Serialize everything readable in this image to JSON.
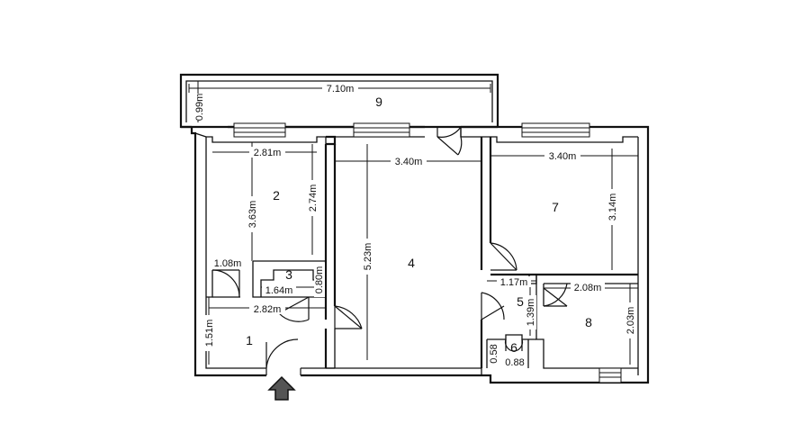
{
  "rooms": [
    {
      "number": "1"
    },
    {
      "number": "2"
    },
    {
      "number": "3"
    },
    {
      "number": "4"
    },
    {
      "number": "5"
    },
    {
      "number": "6"
    },
    {
      "number": "7"
    },
    {
      "number": "8"
    },
    {
      "number": "9"
    }
  ],
  "dimensions": {
    "balcony_width": "7.10m",
    "balcony_depth": "0.99m",
    "room2_width": "2.81m",
    "room2_length": "3.63m",
    "room2_inner": "2.74m",
    "room4_width": "3.40m",
    "room4_length": "5.23m",
    "room7_width": "3.40m",
    "room7_length": "3.14m",
    "closet_width": "1.08m",
    "room3_width": "1.64m",
    "room3_depth": "0.80m",
    "hall_width": "2.82m",
    "hall_depth": "1.51m",
    "room5_width": "1.17m",
    "room5_length": "1.39m",
    "room8_width": "2.08m",
    "room8_length": "2.03m",
    "room6_depth": "0.58",
    "room6_width": "0.88"
  },
  "entrance": {
    "icon": "entrance-arrow-icon"
  }
}
